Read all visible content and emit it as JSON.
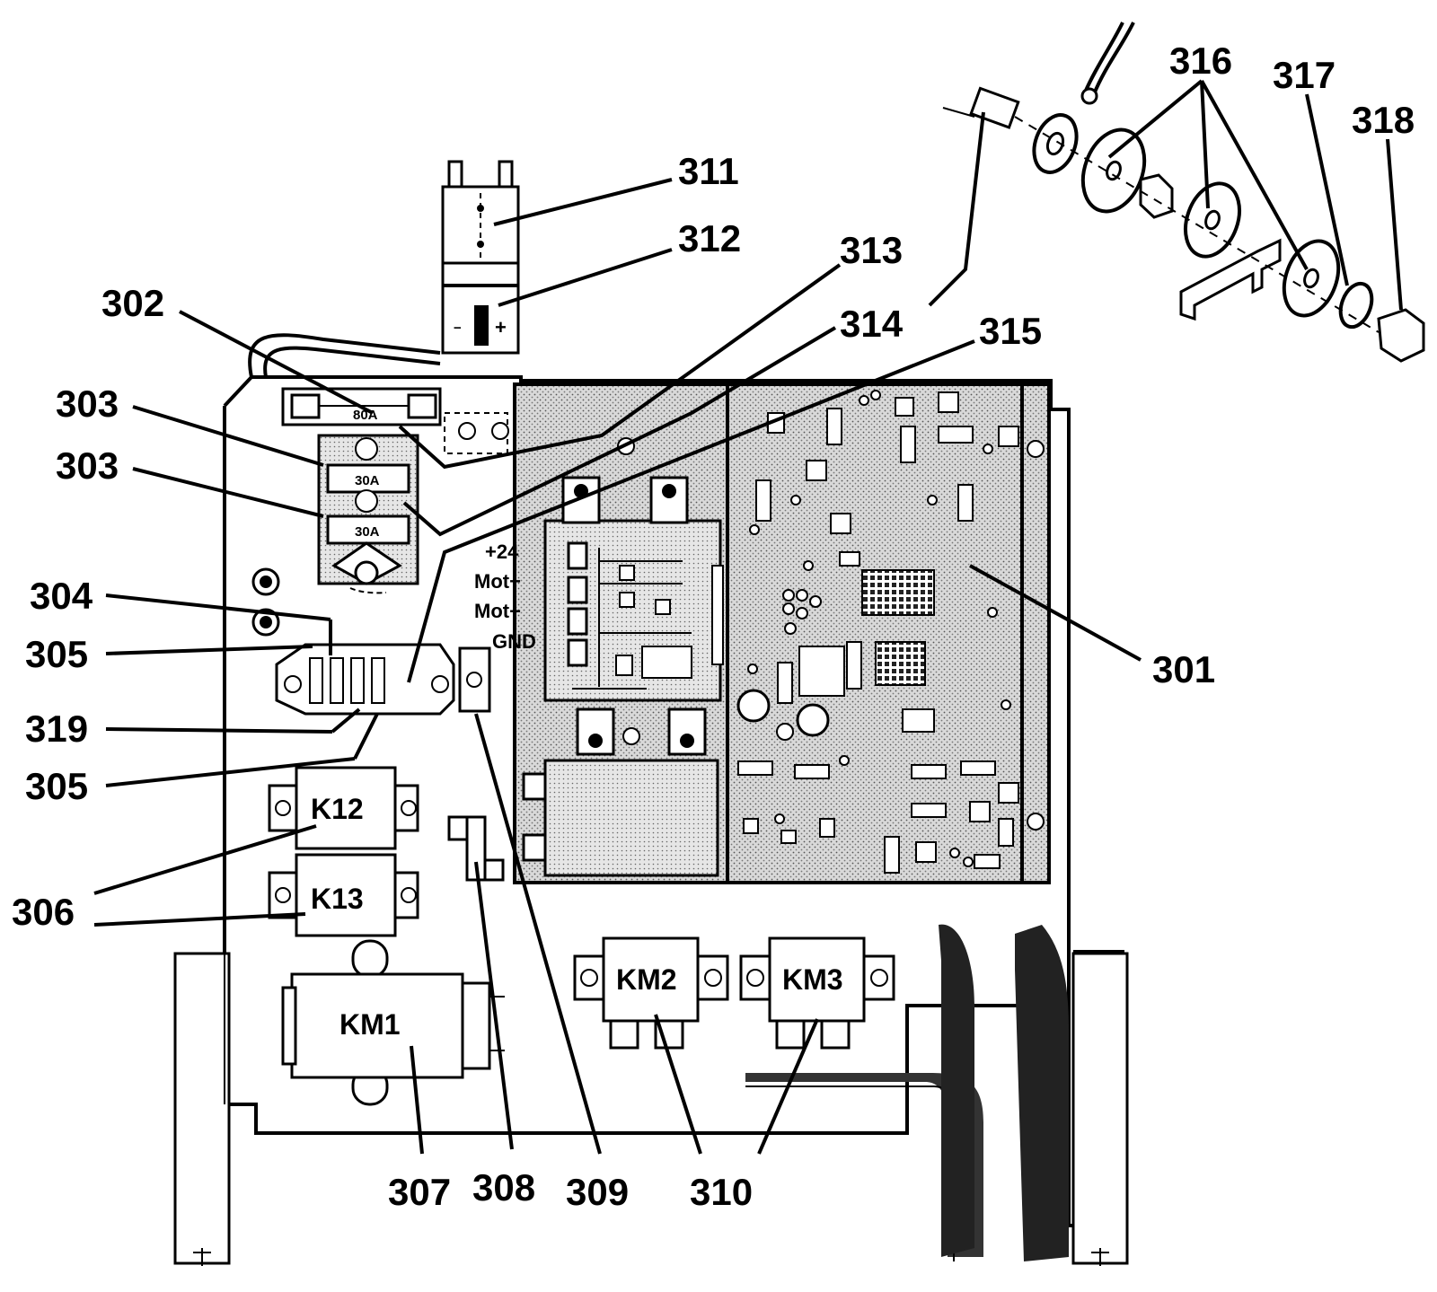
{
  "callouts": {
    "c301": "301",
    "c302": "302",
    "c303a": "303",
    "c303b": "303",
    "c304": "304",
    "c305a": "305",
    "c305b": "305",
    "c306": "306",
    "c307": "307",
    "c308": "308",
    "c309": "309",
    "c310": "310",
    "c311": "311",
    "c312": "312",
    "c313": "313",
    "c314": "314",
    "c315": "315",
    "c316": "316",
    "c317": "317",
    "c318": "318",
    "c319": "319"
  },
  "components": {
    "k12": "K12",
    "k13": "K13",
    "km1": "KM1",
    "km2": "KM2",
    "km3": "KM3",
    "fuse_main": "80A",
    "fuse_a": "30A",
    "fuse_b": "30A"
  },
  "terminal_labels": {
    "plus24": "+24",
    "mot_plus": "Mot+",
    "mot_minus": "Mot−",
    "gnd": "GND"
  },
  "connector_marks": {
    "minus": "−",
    "plus": "+"
  }
}
